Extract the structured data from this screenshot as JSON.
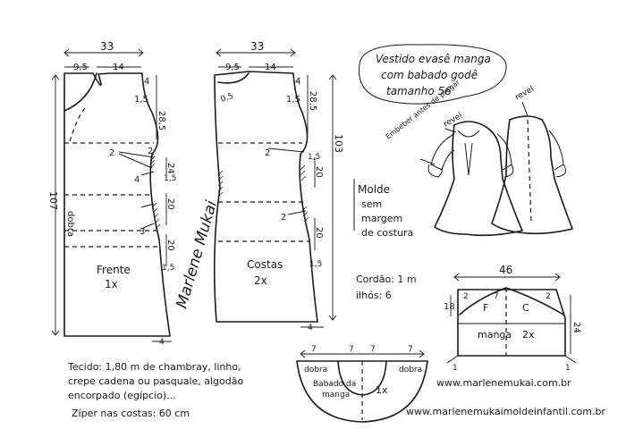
{
  "title": {
    "line1": "Vestido evasê manga",
    "line2": "com babado godê",
    "size": "tamanho 56"
  },
  "front": {
    "width": "33",
    "top_left": "9,5",
    "top_right": "14",
    "side_top": "4",
    "armhole": "1,5",
    "bodice_len": "28,5",
    "m_2a": "2",
    "m_2b": "2",
    "m_24": "24",
    "m_1_5a": "1,5",
    "m_4": "4",
    "m_20a": "20",
    "m_20b": "20",
    "m_3": "3",
    "m_1_5b": "1,5",
    "total_len": "107",
    "fold": "dobra",
    "piece": "Frente",
    "qty": "1x",
    "hem_ext": "4"
  },
  "back": {
    "width": "33",
    "top_left": "9,5",
    "top_right": "14",
    "neck": "0,5",
    "side_top": "4",
    "armhole": "1,5",
    "bodice_len": "28,5",
    "m_2": "2",
    "m_1_5a": "1,5",
    "m_20a": "20",
    "m_2b": "2",
    "m_20b": "20",
    "m_1_5b": "1,5",
    "total_len": "103",
    "piece": "Costas",
    "qty": "2x",
    "hem_ext": "4"
  },
  "illustration": {
    "note": "Embeber antes de pregar",
    "revel_front": "revel",
    "revel_back": "revel"
  },
  "notes": {
    "molde_line1": "Molde",
    "molde_line2": "sem",
    "molde_line3": "margem",
    "molde_line4": "de costura",
    "cordao": "Cordão: 1 m",
    "ilhos": "ilhós: 6"
  },
  "sleeve": {
    "width": "46",
    "m_7": "7",
    "m_2a": "2",
    "m_2b": "2",
    "m_18": "18",
    "m_24": "24",
    "label_f": "F",
    "label_c": "C",
    "piece": "manga",
    "qty": "2x",
    "edge_l": "1",
    "edge_r": "1"
  },
  "ruffle": {
    "m_7a": "7",
    "m_7b": "7",
    "m_7c": "7",
    "m_7d": "7",
    "fold_l": "dobra",
    "fold_r": "dobra",
    "piece_line1": "Babado da",
    "piece_line2": "manga",
    "qty": "1x"
  },
  "fabric": {
    "line1": "Tecido: 1,80 m de chambray, linho,",
    "line2": "crepe cadena ou pasquale, algodão",
    "line3": "encorpado (egípcio)...",
    "line4": "Zíper nas costas: 60 cm"
  },
  "signature": "Marlene Mukai",
  "links": {
    "site1": "www.marlenemukai.com.br",
    "site2": "www.marlenemukaimoldeinfantil.com.br"
  }
}
